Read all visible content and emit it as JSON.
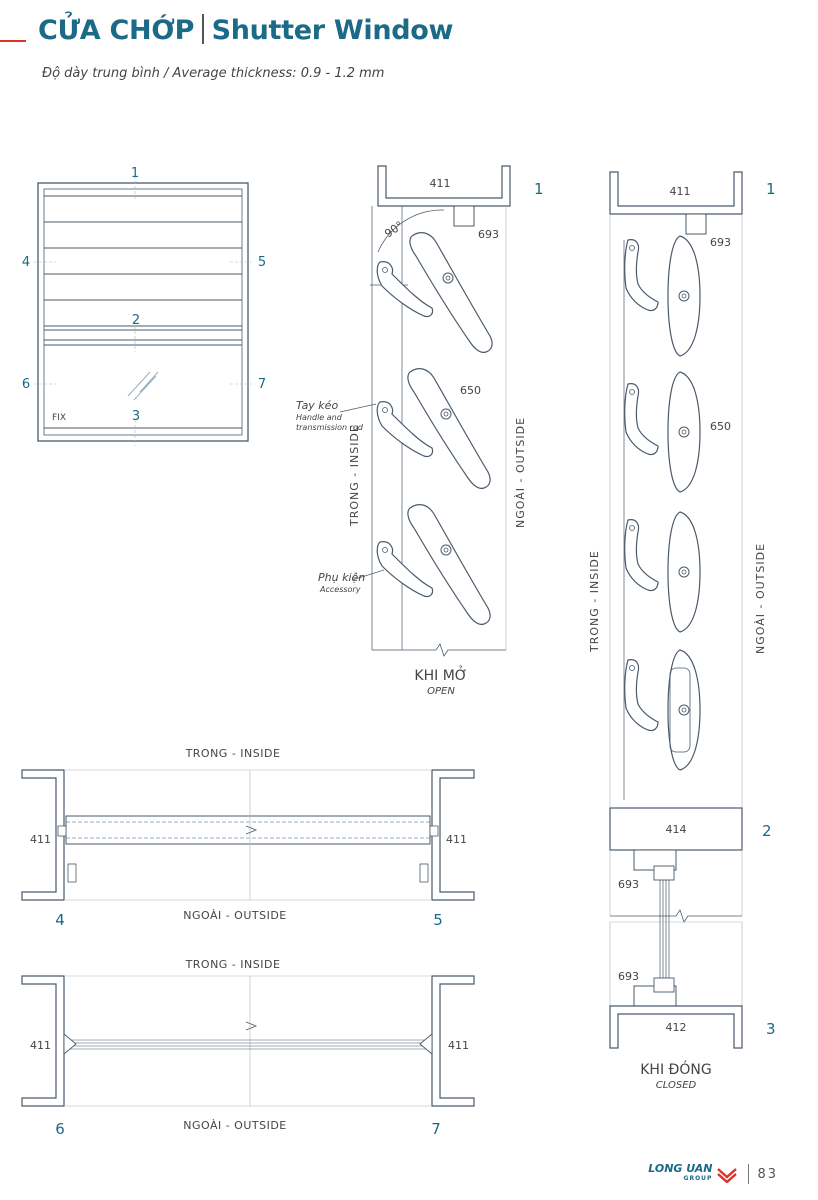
{
  "header": {
    "title_vi": "CỬA CHỚP",
    "title_en": "Shutter Window",
    "subtitle": "Độ dày trung bình / Average thickness: 0.9 - 1.2 mm"
  },
  "elevation": {
    "markers": [
      "1",
      "2",
      "3",
      "4",
      "5",
      "6",
      "7"
    ],
    "fix_label": "FIX"
  },
  "open_section": {
    "profile_top": "411",
    "profile_clip": "693",
    "profile_blade": "650",
    "angle": "90°",
    "marker": "1",
    "handle_label_vi": "Tay kéo",
    "handle_label_en_1": "Handle and",
    "handle_label_en_2": "transmission rod",
    "accessory_vi": "Phụ kiện",
    "accessory_en": "Accessory",
    "inside": "TRONG - INSIDE",
    "outside": "NGOÀI - OUTSIDE",
    "caption_vi": "KHI MỞ",
    "caption_en": "OPEN"
  },
  "closed_section": {
    "profile_top": "411",
    "profile_clip": "693",
    "profile_blade": "650",
    "profile_mid": "414",
    "profile_clip_2": "693",
    "profile_clip_3": "693",
    "profile_bottom": "412",
    "marker_1": "1",
    "marker_2": "2",
    "marker_3": "3",
    "inside": "TRONG - INSIDE",
    "outside": "NGOÀI - OUTSIDE",
    "caption_vi": "KHI ĐÓNG",
    "caption_en": "CLOSED"
  },
  "plan_45": {
    "inside": "TRONG - INSIDE",
    "outside": "NGOÀI - OUTSIDE",
    "left_profile": "411",
    "right_profile": "411",
    "left_marker": "4",
    "right_marker": "5"
  },
  "plan_67": {
    "inside": "TRONG - INSIDE",
    "outside": "NGOÀI - OUTSIDE",
    "left_profile": "411",
    "right_profile": "411",
    "left_marker": "6",
    "right_marker": "7"
  },
  "footer": {
    "brand": "LONG UAN",
    "brand_sub": "GROUP",
    "page": "83"
  },
  "colors": {
    "accent": "#d9332a",
    "brand": "#1b6a87",
    "line": "#4a5a6a"
  }
}
